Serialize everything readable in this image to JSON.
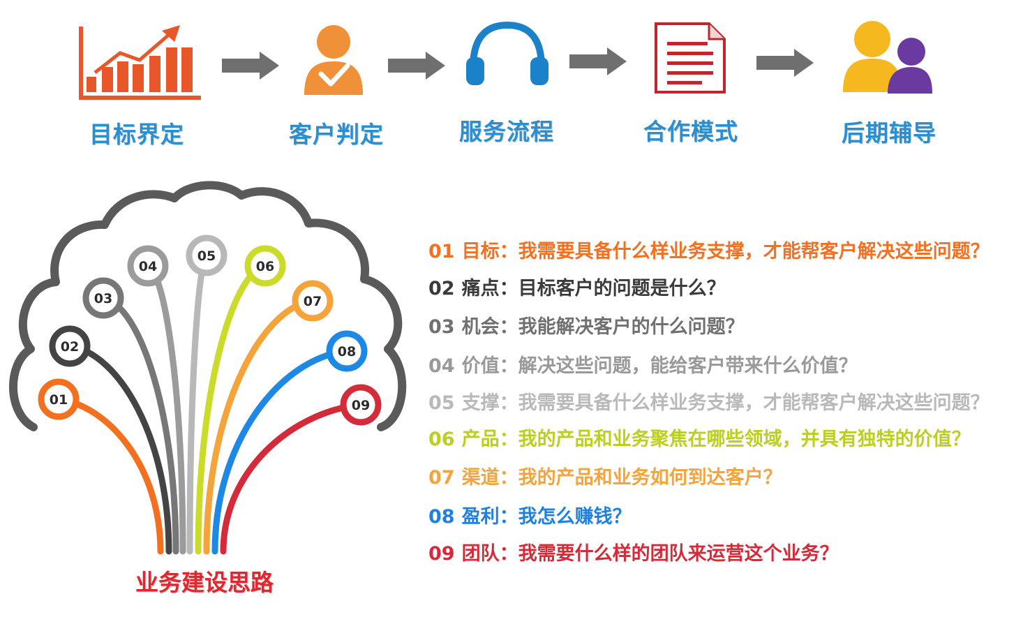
{
  "process_steps": [
    {
      "label": "目标界定",
      "icon": "bar-chart-growth-icon",
      "color": "#e8572a"
    },
    {
      "label": "客户判定",
      "icon": "person-check-icon",
      "color": "#f0913a"
    },
    {
      "label": "服务流程",
      "icon": "headphones-icon",
      "color": "#1b82c9"
    },
    {
      "label": "合作模式",
      "icon": "document-icon",
      "color": "#c0272d"
    },
    {
      "label": "后期辅导",
      "icon": "people-icon",
      "color": "#f6b81f"
    }
  ],
  "tree": {
    "title": "业务建设思路",
    "nodes": [
      {
        "num": "01",
        "color": "#f37021"
      },
      {
        "num": "02",
        "color": "#444444"
      },
      {
        "num": "03",
        "color": "#777777"
      },
      {
        "num": "04",
        "color": "#9b9b9b"
      },
      {
        "num": "05",
        "color": "#b8b8b8"
      },
      {
        "num": "06",
        "color": "#cadb2a"
      },
      {
        "num": "07",
        "color": "#f5a33b"
      },
      {
        "num": "08",
        "color": "#1e88e5"
      },
      {
        "num": "09",
        "color": "#d42b3a"
      }
    ]
  },
  "items": [
    {
      "num": "01",
      "title": "目标",
      "text": "：我需要具备什么样业务支撑，才能帮客户解决这些问题？",
      "color": "#f37021"
    },
    {
      "num": "02",
      "title": "痛点",
      "text": "：目标客户的问题是什么？",
      "color": "#3a3a3a"
    },
    {
      "num": "03",
      "title": "机会",
      "text": "：我能解决客户的什么问题？",
      "color": "#707070"
    },
    {
      "num": "04",
      "title": "价值",
      "text": "：解决这些问题，能给客户带来什么价值？",
      "color": "#999999"
    },
    {
      "num": "05",
      "title": "支撑",
      "text": "：我需要具备什么样业务支撑，才能帮客户解决这些问题？",
      "color": "#b9b9b9"
    },
    {
      "num": "06",
      "title": "产品",
      "text": "：我的产品和业务聚焦在哪些领域，并具有独特的价值？",
      "color": "#bccf1f"
    },
    {
      "num": "07",
      "title": "渠道",
      "text": "：我的产品和业务如何到达客户？",
      "color": "#f5a33b"
    },
    {
      "num": "08",
      "title": "盈利",
      "text": "：我怎么赚钱？",
      "color": "#1e80e0"
    },
    {
      "num": "09",
      "title": "团队",
      "text": "：我需要什么样的团队来运营这个业务？",
      "color": "#d42b3a"
    }
  ]
}
